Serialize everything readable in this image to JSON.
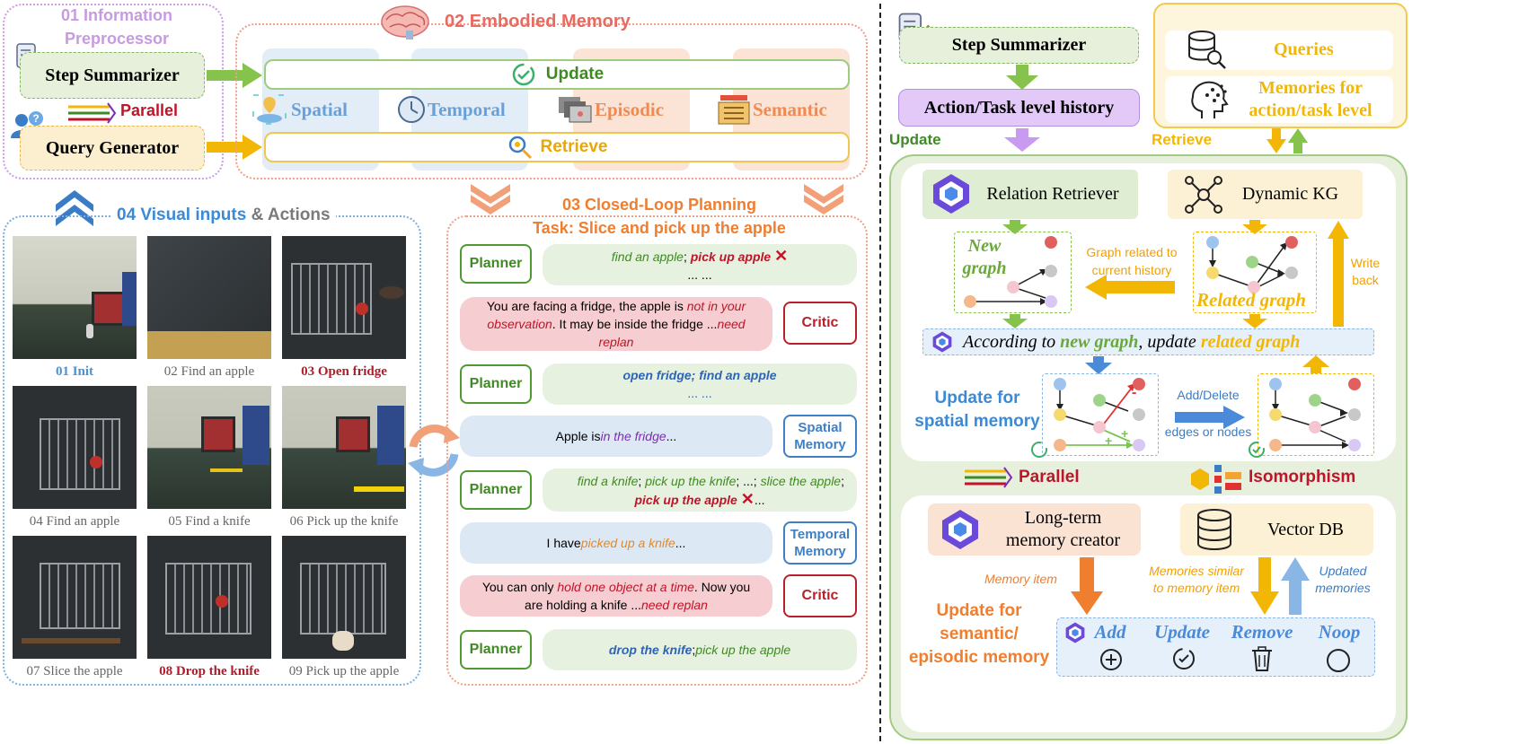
{
  "preprocessor": {
    "title_line1": "01 Information",
    "title_line2": "Preprocessor",
    "step_summarizer": "Step Summarizer",
    "parallel": "Parallel",
    "query_generator": "Query Generator"
  },
  "embodied": {
    "title": "02 Embodied Memory",
    "update": "Update",
    "retrieve": "Retrieve",
    "types": [
      "Spatial",
      "Temporal",
      "Episodic",
      "Semantic"
    ]
  },
  "visual": {
    "title_part1": "04 Visual inputs",
    "title_part2": " & Actions",
    "captions": [
      "01 Init",
      "02 Find an apple",
      "03 Open fridge",
      "04 Find an apple",
      "05 Find a knife",
      "06 Pick up the knife",
      "07 Slice the apple",
      "08 Drop the knife",
      "09 Pick up the apple"
    ]
  },
  "planning": {
    "title": "03 Closed-Loop Planning",
    "task": "Task: Slice and pick up the apple",
    "planner": "Planner",
    "critic": "Critic",
    "spatial_memory_1": "Spatial",
    "spatial_memory_2": "Memory",
    "temporal_memory_1": "Temporal",
    "temporal_memory_2": "Memory",
    "p1_a": "find an apple",
    "p1_sep": "; ",
    "p1_b": "pick up apple",
    "p1_cross": "✕",
    "p1_dots": "... ...",
    "c1_a": "You are facing a fridge, the apple is ",
    "c1_b": "not in your observation",
    "c1_c": ". It may be inside the fridge ...",
    "c1_d": "need replan",
    "p2_a": "open fridge; find an apple",
    "p2_dots": "... ...",
    "s1_a": "Apple is ",
    "s1_b": "in the fridge",
    "s1_c": " ...",
    "p3_a": "find a knife",
    "p3_s1": "; ",
    "p3_b": "pick up the knife",
    "p3_s2": "; ...; ",
    "p3_c": "slice the apple",
    "p3_s3": ";",
    "p3_d": "pick up the apple",
    "p3_cross": "✕",
    "p3_dots": "...",
    "t1_a": "I have ",
    "t1_b": "picked up a knife",
    "t1_c": " ...",
    "c2_a": "You can only ",
    "c2_b": "hold one object at a time",
    "c2_c": ". Now you are holding a knife ...",
    "c2_d": "need replan",
    "p4_a": "drop the knife",
    "p4_sep": "; ",
    "p4_b": "pick up the apple"
  },
  "right": {
    "step_summarizer": "Step Summarizer",
    "history": "Action/Task level history",
    "update": "Update",
    "queries": "Queries",
    "memories_1": "Memories for",
    "memories_2": "action/task level",
    "retrieve": "Retrieve",
    "relation_retriever": "Relation Retriever",
    "dynamic_kg": "Dynamic KG",
    "new_graph_1": "New",
    "new_graph_2": "graph",
    "graph_related_1": "Graph related to",
    "graph_related_2": "current history",
    "related_graph": "Related graph",
    "write_back_1": "Write",
    "write_back_2": "back",
    "according_a": "According to ",
    "according_b": "new graph",
    "according_c": ", update ",
    "according_d": "related graph",
    "update_spatial_1": "Update for",
    "update_spatial_2": "spatial memory",
    "add_delete_1": "Add/Delete",
    "add_delete_2": "edges or nodes",
    "plus": "+",
    "parallel": "Parallel",
    "isomorphism": "Isomorphism",
    "long_term_1": "Long-term",
    "long_term_2": "memory creator",
    "vector_db": "Vector DB",
    "memory_item": "Memory item",
    "similar_1": "Memories similar",
    "similar_2": "to memory item",
    "updated_1": "Updated",
    "updated_2": "memories",
    "update_sem_1": "Update for",
    "update_sem_2": "semantic/",
    "update_sem_3": "episodic memory",
    "ops": [
      "Add",
      "Update",
      "Remove",
      "Noop"
    ]
  },
  "colors": {
    "green": "#3f8a23",
    "red": "#c0142a",
    "blue": "#3a7cc6",
    "orange": "#e8762a",
    "yellow": "#f2b705",
    "purple": "#c89bf0"
  }
}
